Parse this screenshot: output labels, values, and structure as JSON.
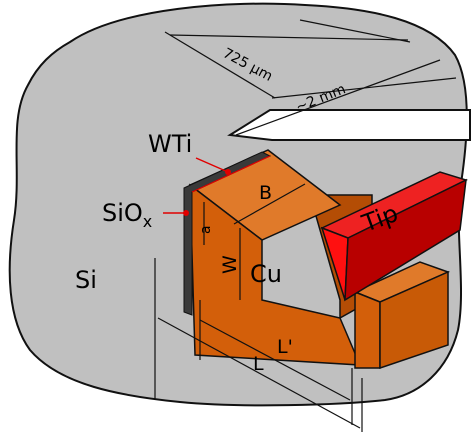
{
  "labels": {
    "dim_725": "725 µm",
    "dim_2mm": "~2 mm",
    "wti": "WTi",
    "sio_base": "SiO",
    "sio_sub": "x",
    "b": "B",
    "a": "a",
    "w": "W",
    "cu": "Cu",
    "si": "Si",
    "tip": "Tip",
    "l_prime": "L'",
    "l": "L"
  },
  "colors": {
    "silicon": "#c0c0c0",
    "copper_front": "#d35f0a",
    "copper_top": "#e07a2a",
    "copper_side": "#b44d05",
    "tip_front": "#ff1010",
    "tip_top": "#ee2222",
    "tip_side": "#b80000",
    "wti_layer": "#3a3a3a",
    "sio_marker": "#e00000"
  }
}
